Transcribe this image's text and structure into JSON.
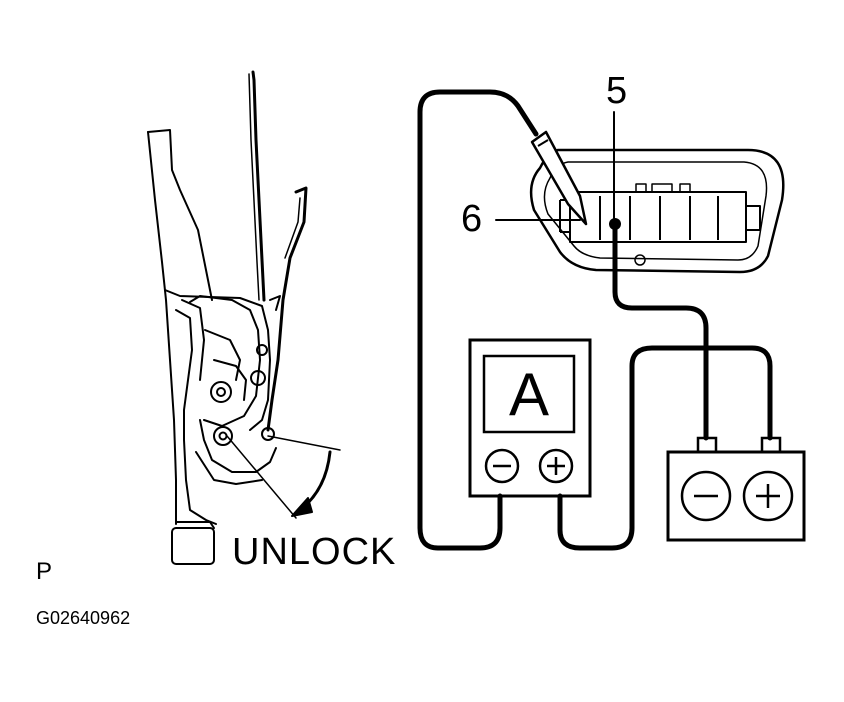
{
  "labels": {
    "terminal_5": "5",
    "terminal_6": "6",
    "unlock": "UNLOCK",
    "view_letter": "P",
    "figure_code": "G02640962"
  },
  "ammeter": {
    "letter": "A",
    "minus_symbol": "−",
    "plus_symbol": "+"
  },
  "battery": {
    "minus_symbol": "−",
    "plus_symbol": "+"
  },
  "icons": [
    "door-lock-actuator-icon",
    "ammeter-icon",
    "battery-icon",
    "connector-icon",
    "probe-icon"
  ],
  "colors": {
    "line": "#000000",
    "background": "#ffffff"
  }
}
